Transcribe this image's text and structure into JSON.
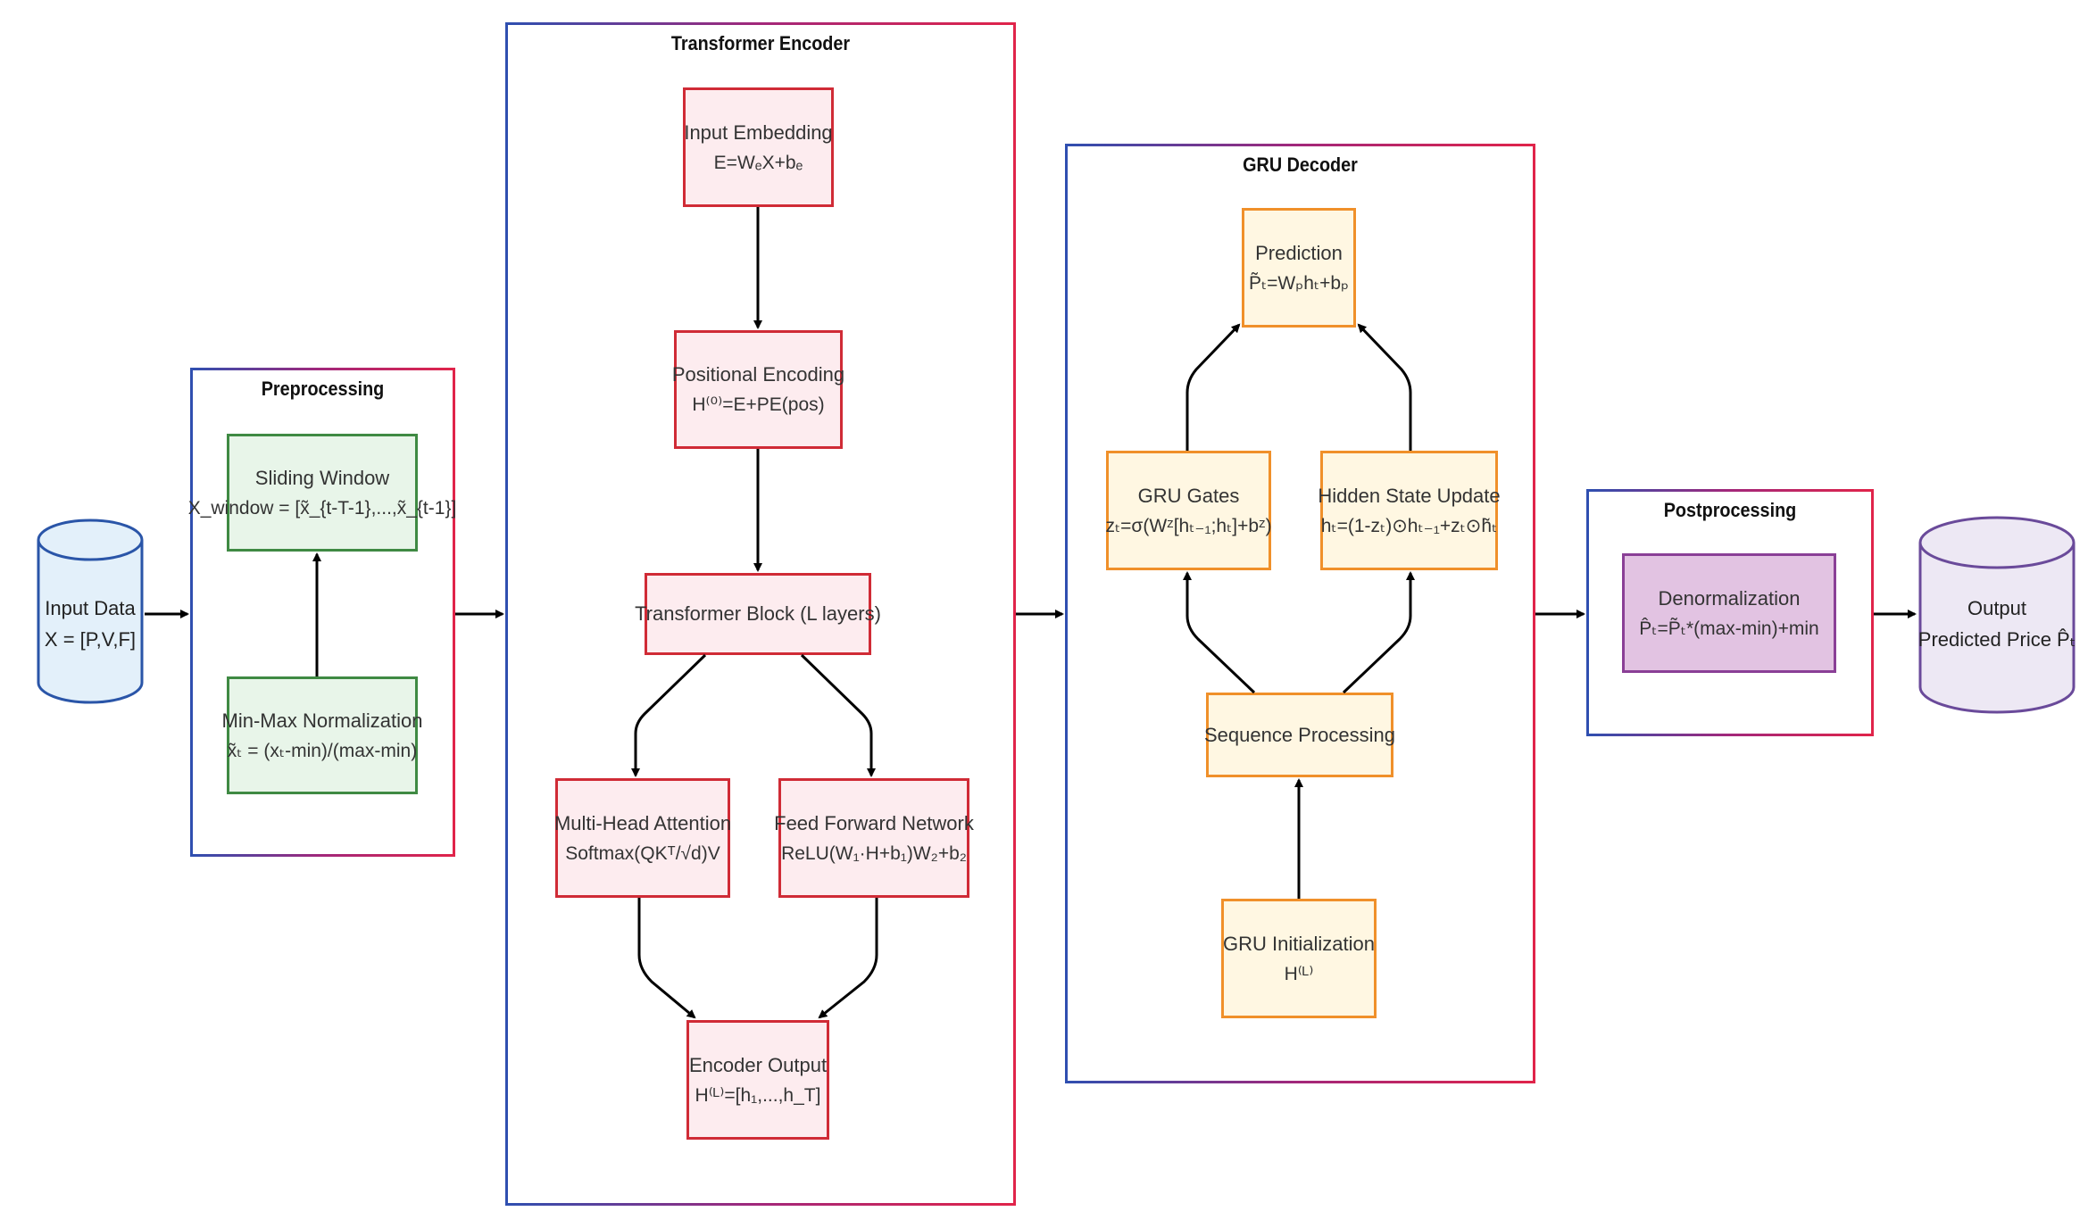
{
  "input": {
    "title": "Input Data",
    "formula": "X = [P,V,F]"
  },
  "preprocessing": {
    "title": "Preprocessing",
    "sliding_window": {
      "title": "Sliding Window",
      "formula": "X_window = [x̃_{t-T-1},...,x̃_{t-1}]"
    },
    "normalization": {
      "title": "Min-Max Normalization",
      "formula": "x̃ₜ = (xₜ-min)/(max-min)"
    }
  },
  "encoder": {
    "title": "Transformer Encoder",
    "embedding": {
      "title": "Input Embedding",
      "formula": "E=WₑX+bₑ"
    },
    "positional": {
      "title": "Positional Encoding",
      "formula": "H⁽⁰⁾=E+PE(pos)"
    },
    "block": {
      "title": "Transformer Block (L layers)"
    },
    "attention": {
      "title": "Multi-Head Attention",
      "formula": "Softmax(QKᵀ/√d)V"
    },
    "ffn": {
      "title": "Feed Forward Network",
      "formula": "ReLU(W₁·H+b₁)W₂+b₂"
    },
    "output": {
      "title": "Encoder Output",
      "formula": "H⁽ᴸ⁾=[h₁,...,h_T]"
    }
  },
  "decoder": {
    "title": "GRU Decoder",
    "prediction": {
      "title": "Prediction",
      "formula": "P̃ₜ=Wₚhₜ+bₚ"
    },
    "gates": {
      "title": "GRU Gates",
      "formula": "zₜ=σ(Wᶻ[hₜ₋₁;hₜ]+bᶻ)"
    },
    "hidden": {
      "title": "Hidden State Update",
      "formula": "hₜ=(1-zₜ)⊙hₜ₋₁+zₜ⊙h̃ₜ"
    },
    "sequence": {
      "title": "Sequence Processing"
    },
    "init": {
      "title": "GRU Initialization",
      "formula": "H⁽ᴸ⁾"
    }
  },
  "postprocessing": {
    "title": "Postprocessing",
    "denorm": {
      "title": "Denormalization",
      "formula": "P̂ₜ=P̃ₜ*(max-min)+min"
    }
  },
  "output": {
    "title": "Output",
    "subtitle": "Predicted Price P̂ₜ"
  },
  "colors": {
    "group_gradient": [
      "#2f4fb0",
      "#a3277a",
      "#e0244a"
    ],
    "input_cylinder": "#2a55a8",
    "output_cylinder": "#6a4a9a"
  }
}
